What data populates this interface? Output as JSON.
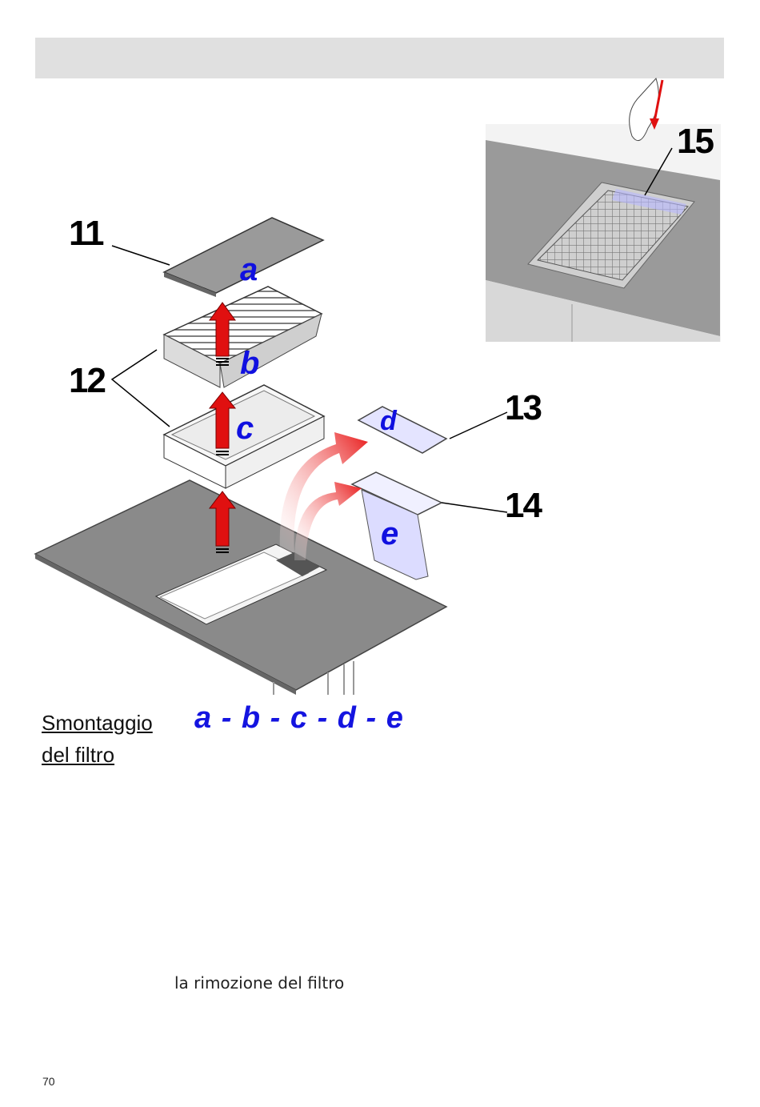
{
  "callouts": [
    "11",
    "12",
    "13",
    "14",
    "15"
  ],
  "parts": [
    "a",
    "b",
    "c",
    "d",
    "e"
  ],
  "caption": {
    "line1": "Smontaggio",
    "line2": "del filtro"
  },
  "sequence": "a - b - c - d - e",
  "footnote": "la rimozione del filtro",
  "page_number": "70",
  "colors": {
    "arrow": "#e01010",
    "part_label": "#1010e0",
    "hob": "#8a8a8a",
    "header": "#e0e0e0"
  }
}
